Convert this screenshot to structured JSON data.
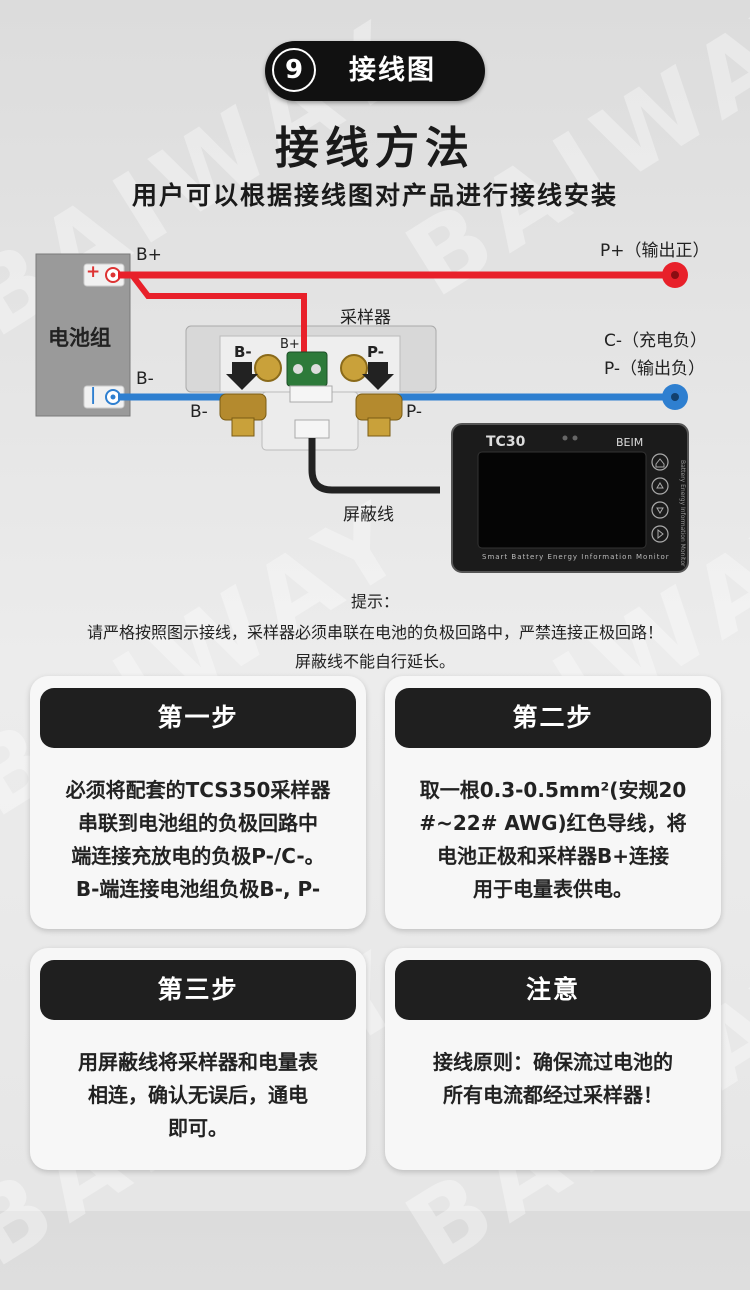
{
  "watermark_text": "BAIWAY",
  "header": {
    "number": "9",
    "label": "接线图"
  },
  "title": "接线方法",
  "subtitle": "用户可以根据接线图对产品进行接线安装",
  "diagram": {
    "battery_label": "电池组",
    "battery_plus": "+",
    "battery_minus": "|",
    "b_plus_top": "B+",
    "p_plus_label": "P+（输出正）",
    "sampler_label": "采样器",
    "sampler_b_plus": "B+",
    "sampler_b_minus": "B-",
    "sampler_p_minus": "P-",
    "b_minus_wire": "B-",
    "b_minus_bottom": "B-",
    "p_minus_bottom": "P-",
    "c_minus_label": "C-（充电负）",
    "p_minus_label": "P-（输出负）",
    "shield_label": "屏蔽线",
    "monitor_model": "TC30",
    "monitor_brand": "BEIM",
    "monitor_caption": "Smart Battery Energy Information Monitor",
    "monitor_side_caption": "Battery Energy Information Monitor"
  },
  "tips": {
    "heading": "提示：",
    "line1": "请严格按照图示接线，采样器必须串联在电池的负极回路中，严禁连接正极回路！",
    "line2": "屏蔽线不能自行延长。"
  },
  "steps": [
    {
      "title": "第一步",
      "lines": [
        "必须将配套的TCS350采样器",
        "串联到电池组的负极回路中",
        "端连接充放电的负极P-/C-。",
        "B-端连接电池组负极B-, P-"
      ]
    },
    {
      "title": "第二步",
      "lines": [
        "取一根0.3-0.5mm²(安规20",
        "#~22# AWG)红色导线，将",
        "电池正极和采样器B+连接",
        "用于电量表供电。"
      ]
    },
    {
      "title": "第三步",
      "lines": [
        "用屏蔽线将采样器和电量表",
        "相连，确认无误后，通电",
        "即可。"
      ]
    },
    {
      "title": "注意",
      "lines": [
        "接线原则：确保流过电池的",
        "所有电流都经过采样器！"
      ]
    }
  ],
  "colors": {
    "red_wire": "#e8202a",
    "blue_wire": "#2e7fd0",
    "dark": "#1f1f1f"
  }
}
